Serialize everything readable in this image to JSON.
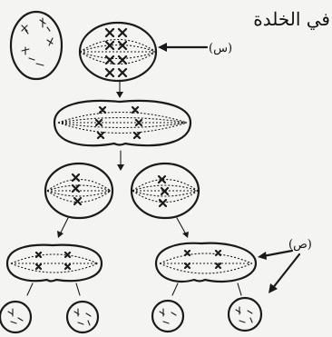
{
  "header": {
    "title_fragment": "في الخلدة"
  },
  "labels": {
    "top_cell_label": "(س)",
    "bottom_cell_label": "(ص)"
  },
  "colors": {
    "ink": "#1a1a1a",
    "background": "#f4f4f2"
  }
}
